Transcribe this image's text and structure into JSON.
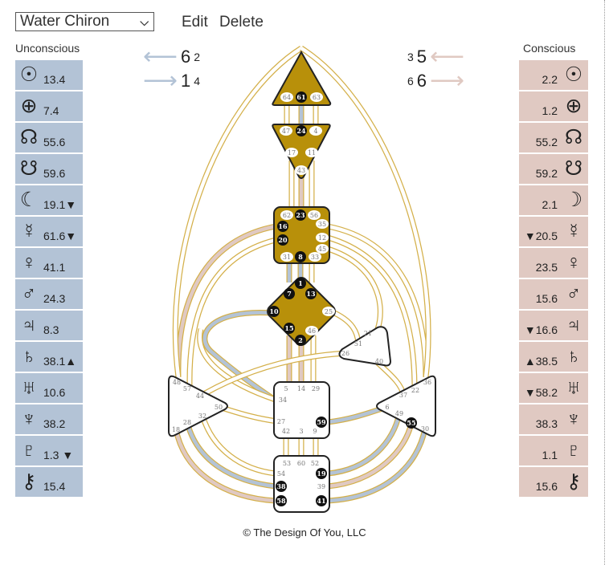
{
  "header": {
    "chart_select": "Water Chiron",
    "edit": "Edit",
    "delete": "Delete"
  },
  "unconscious": {
    "title": "Unconscious",
    "rows": [
      {
        "icon": "sun-icon",
        "sym": "☉",
        "val": "13.4"
      },
      {
        "icon": "earth-icon",
        "sym": "⊕",
        "val": "7.4"
      },
      {
        "icon": "north-node-icon",
        "sym": "☊",
        "val": "55.6"
      },
      {
        "icon": "south-node-icon",
        "sym": "☋",
        "val": "59.6"
      },
      {
        "icon": "moon-icon",
        "sym": "☾",
        "val": "19.1▼"
      },
      {
        "icon": "mercury-icon",
        "sym": "☿",
        "val": "61.6▼"
      },
      {
        "icon": "venus-icon",
        "sym": "♀",
        "val": "41.1"
      },
      {
        "icon": "mars-icon",
        "sym": "♂",
        "val": "24.3"
      },
      {
        "icon": "jupiter-icon",
        "sym": "♃",
        "val": "8.3"
      },
      {
        "icon": "saturn-icon",
        "sym": "♄",
        "val": "38.1▲"
      },
      {
        "icon": "uranus-icon",
        "sym": "♅",
        "val": "10.6"
      },
      {
        "icon": "neptune-icon",
        "sym": "♆",
        "val": "38.2"
      },
      {
        "icon": "pluto-icon",
        "sym": "♇",
        "val": "1.3 ▼"
      },
      {
        "icon": "chiron-icon",
        "sym": "⚷",
        "val": "15.4"
      }
    ]
  },
  "conscious": {
    "title": "Conscious",
    "rows": [
      {
        "icon": "sun-icon",
        "sym": "☉",
        "val": "2.2"
      },
      {
        "icon": "earth-icon",
        "sym": "⊕",
        "val": "1.2"
      },
      {
        "icon": "north-node-icon",
        "sym": "☊",
        "val": "55.2"
      },
      {
        "icon": "south-node-icon",
        "sym": "☋",
        "val": "59.2"
      },
      {
        "icon": "moon-icon",
        "sym": "☽",
        "val": "2.1"
      },
      {
        "icon": "mercury-icon",
        "sym": "☿",
        "val": "▼20.5"
      },
      {
        "icon": "venus-icon",
        "sym": "♀",
        "val": "23.5"
      },
      {
        "icon": "mars-icon",
        "sym": "♂",
        "val": "15.6"
      },
      {
        "icon": "jupiter-icon",
        "sym": "♃",
        "val": "▼16.6"
      },
      {
        "icon": "saturn-icon",
        "sym": "♄",
        "val": "▲38.5"
      },
      {
        "icon": "uranus-icon",
        "sym": "♅",
        "val": "▼58.2"
      },
      {
        "icon": "neptune-icon",
        "sym": "♆",
        "val": "38.3"
      },
      {
        "icon": "pluto-icon",
        "sym": "♇",
        "val": "1.1"
      },
      {
        "icon": "chiron-icon",
        "sym": "⚷",
        "val": "15.6"
      }
    ]
  },
  "variables": {
    "left_top": {
      "main": "6",
      "sub": "2"
    },
    "left_bottom": {
      "main": "1",
      "sub": "4"
    },
    "right_top": {
      "main": "5",
      "sub": "3"
    },
    "right_bottom": {
      "main": "6",
      "sub": "6"
    }
  },
  "colors": {
    "defined": "#b8900a",
    "channel": "#d4b04a",
    "unconscious": "#b3c3d6",
    "conscious": "#e0c9c2"
  },
  "gates": {
    "defined": [
      61,
      24,
      23,
      16,
      20,
      8,
      1,
      7,
      13,
      10,
      15,
      2,
      59,
      55,
      19,
      38,
      58,
      41
    ],
    "all": [
      64,
      61,
      63,
      47,
      24,
      4,
      17,
      11,
      43,
      62,
      23,
      56,
      35,
      16,
      12,
      20,
      45,
      31,
      8,
      33,
      1,
      7,
      13,
      10,
      25,
      15,
      46,
      2,
      21,
      51,
      26,
      40,
      48,
      57,
      44,
      50,
      32,
      28,
      18,
      5,
      14,
      29,
      34,
      27,
      59,
      42,
      3,
      9,
      36,
      22,
      37,
      6,
      49,
      55,
      30,
      53,
      60,
      52,
      54,
      19,
      38,
      39,
      58,
      41
    ]
  },
  "footer": "© The Design Of You, LLC"
}
